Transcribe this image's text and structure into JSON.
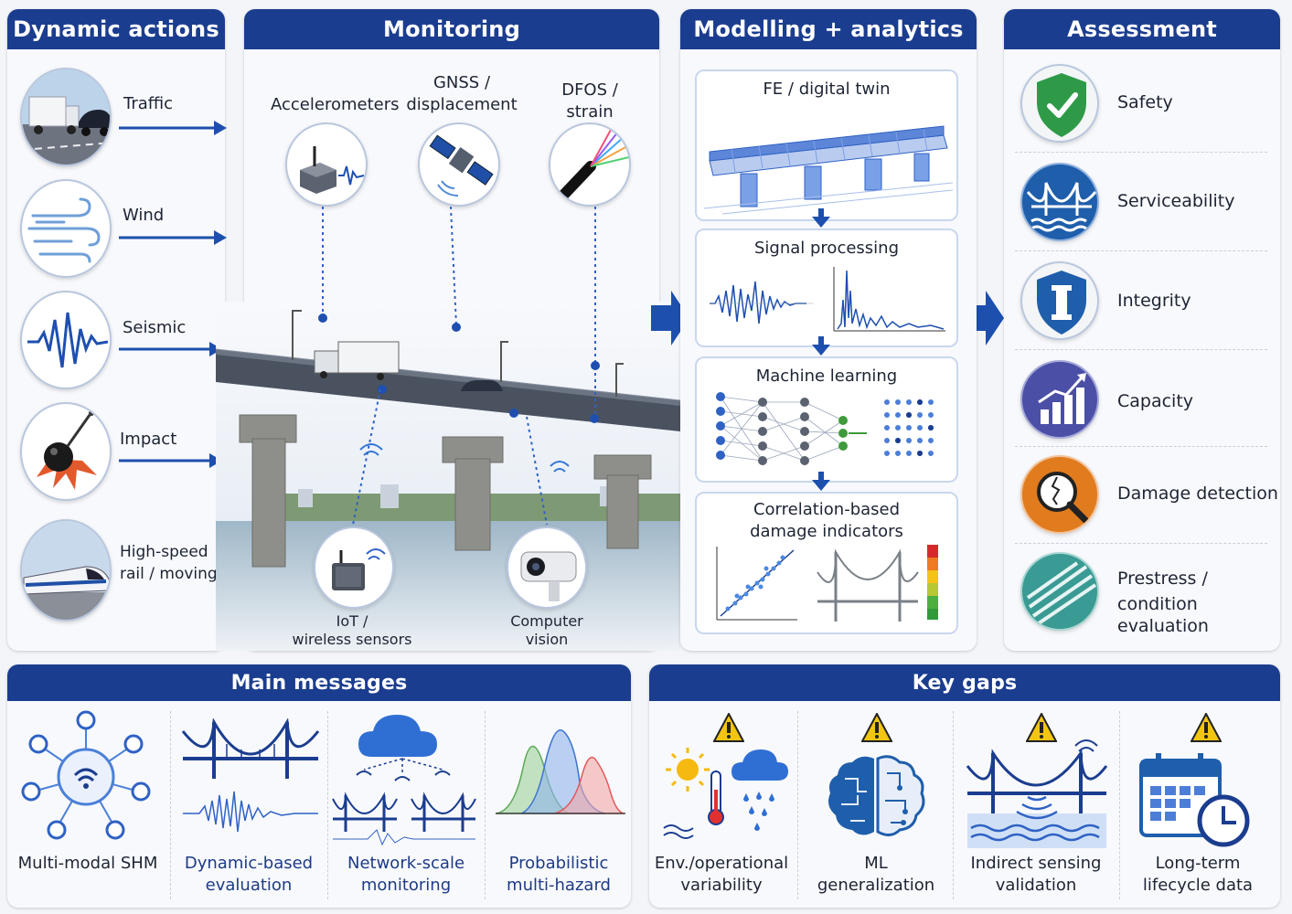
{
  "dynamic_actions": {
    "title": "Dynamic actions",
    "items": [
      "Traffic",
      "Wind",
      "Seismic",
      "Impact"
    ],
    "rail_line1": "High-speed",
    "rail_line2": "rail / moving loads"
  },
  "monitoring": {
    "title": "Monitoring",
    "accelerometers": "Accelerometers",
    "gnss_line1": "GNSS /",
    "gnss_line2": "displacement",
    "dfos_line1": "DFOS /",
    "dfos_line2": "strain",
    "iot_line1": "IoT /",
    "iot_line2": "wireless sensors",
    "cv_line1": "Computer",
    "cv_line2": "vision"
  },
  "modelling": {
    "title": "Modelling + analytics",
    "fe": "FE / digital twin",
    "signal": "Signal processing",
    "ml": "Machine learning",
    "corr_line1": "Correlation-based",
    "corr_line2": "damage indicators"
  },
  "assessment": {
    "title": "Assessment",
    "safety": "Safety",
    "serviceability": "Serviceability",
    "integrity": "Integrity",
    "capacity": "Capacity",
    "damage": "Damage detection",
    "prestress_line1": "Prestress /",
    "prestress_line2": "condition evaluation"
  },
  "main_messages": {
    "title": "Main messages",
    "m1": "Multi-modal SHM",
    "m2_line1": "Dynamic-based",
    "m2_line2": "evaluation",
    "m3_line1": "Network-scale",
    "m3_line2": "monitoring",
    "m4_line1": "Probabilistic",
    "m4_line2": "multi-hazard"
  },
  "key_gaps": {
    "title": "Key gaps",
    "g1_line1": "Env./operational",
    "g1_line2": "variability",
    "g2_line1": "ML",
    "g2_line2": "generalization",
    "g3_line1": "Indirect sensing",
    "g3_line2": "validation",
    "g4_line1": "Long-term",
    "g4_line2": "lifecycle data"
  },
  "colors": {
    "header": "#1b3d8f",
    "arrow": "#1d4fae",
    "accent_blue": "#2b5fc7",
    "safety_green": "#2e9a48",
    "warning_yellow": "#f2c511"
  }
}
